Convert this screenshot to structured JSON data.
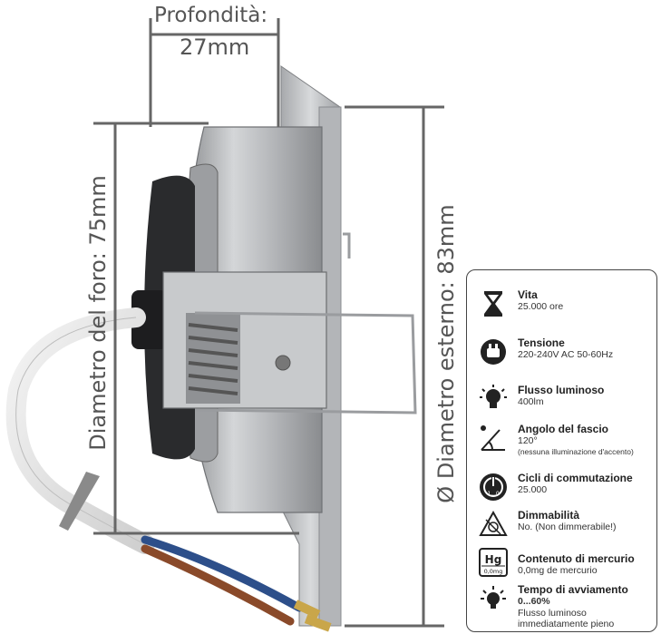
{
  "dimensions": {
    "depth_label": "Profondità:",
    "depth_value": "27mm",
    "hole_diameter": "Diametro del foro:  75mm",
    "outer_diameter": "Ø Diametro esterno: 83mm"
  },
  "specs": [
    {
      "icon": "hourglass-icon",
      "title": "Vita",
      "value": "25.000 ore"
    },
    {
      "icon": "plug-icon",
      "title": "Tensione",
      "value": "220-240V AC 50-60Hz"
    },
    {
      "icon": "bulb-icon",
      "title": "Flusso luminoso",
      "value": "400lm"
    },
    {
      "icon": "beam-angle-icon",
      "title": "Angolo del fascio",
      "value": "120°",
      "note": "(nessuna illuminazione d'accento)"
    },
    {
      "icon": "power-cycle-icon",
      "title": "Cicli di commutazione",
      "value": "25.000",
      "icon_text": "1...0"
    },
    {
      "icon": "dimmable-icon",
      "title": "Dimmabilità",
      "value": "No. (Non dimmerabile!)"
    },
    {
      "icon": "mercury-icon",
      "title": "Contenuto di mercurio",
      "value": "0,0mg de mercurio",
      "icon_text": "Hg",
      "icon_subtext": "0,0mg"
    },
    {
      "icon": "warmup-icon",
      "title": "Tempo di avviamento",
      "value": "0...60%",
      "note": "Flusso luminoso",
      "note2": "immediatamente pieno"
    }
  ]
}
